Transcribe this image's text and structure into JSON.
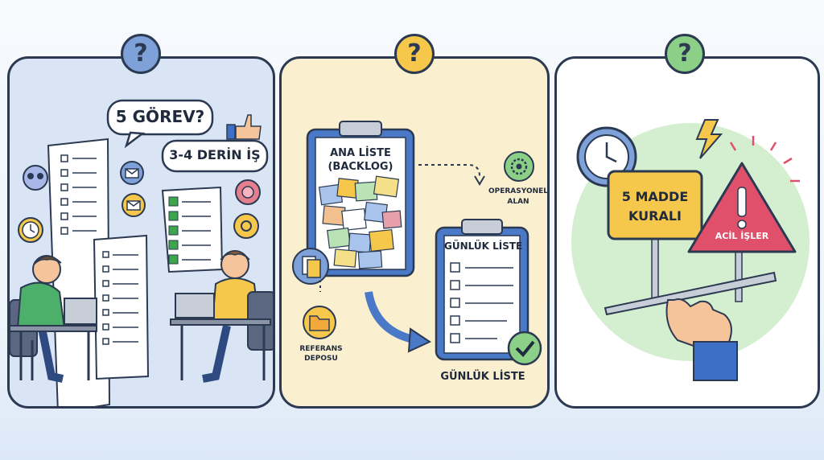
{
  "panels": [
    {
      "badge": "?",
      "bubble_1": "5 GÖREV?",
      "bubble_2": "3-4 DERİN İŞ"
    },
    {
      "badge": "?",
      "clipboard_title_1": "ANA LİSTE",
      "clipboard_title_2": "(BACKLOG)",
      "operational_1": "OPERASYONEL",
      "operational_2": "ALAN",
      "daily_list": "GÜNLÜK LİSTE",
      "reference_1": "REFERANS",
      "reference_2": "DEPOSU",
      "daily_caption": "GÜNLÜK LİSTE"
    },
    {
      "badge": "?",
      "sign_1": "5 MADDE",
      "sign_2": "KURALI",
      "warning": "ACİL İŞLER"
    }
  ],
  "colors": {
    "panel1_bg": "#d9e5f5",
    "panel2_bg": "#faefcf",
    "panel3_bg": "#ffffff",
    "outline": "#2b3a52"
  }
}
